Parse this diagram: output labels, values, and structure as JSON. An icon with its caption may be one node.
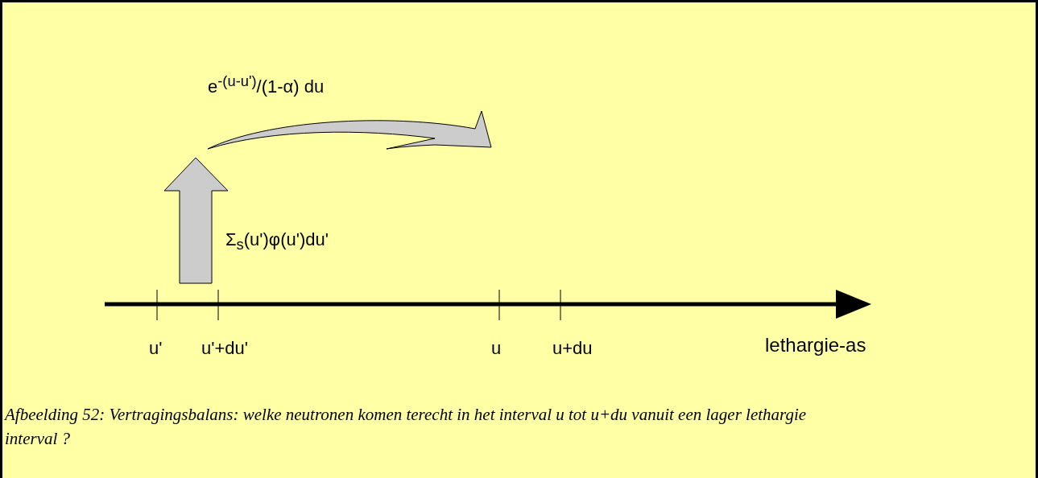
{
  "diagram": {
    "caption": "Afbeelding 52: Vertragingsbalans: welke neutronen komen terecht in het interval u tot u+du vanuit een lager lethargie interval ?",
    "labels": [
      "e$^{-(u-u')}$/(1-α) du",
      "Σ$_{s}$(u')φ(u')du'",
      "u'",
      "u'+du'",
      "u",
      "u+du",
      "lethargie-as"
    ]
  }
}
